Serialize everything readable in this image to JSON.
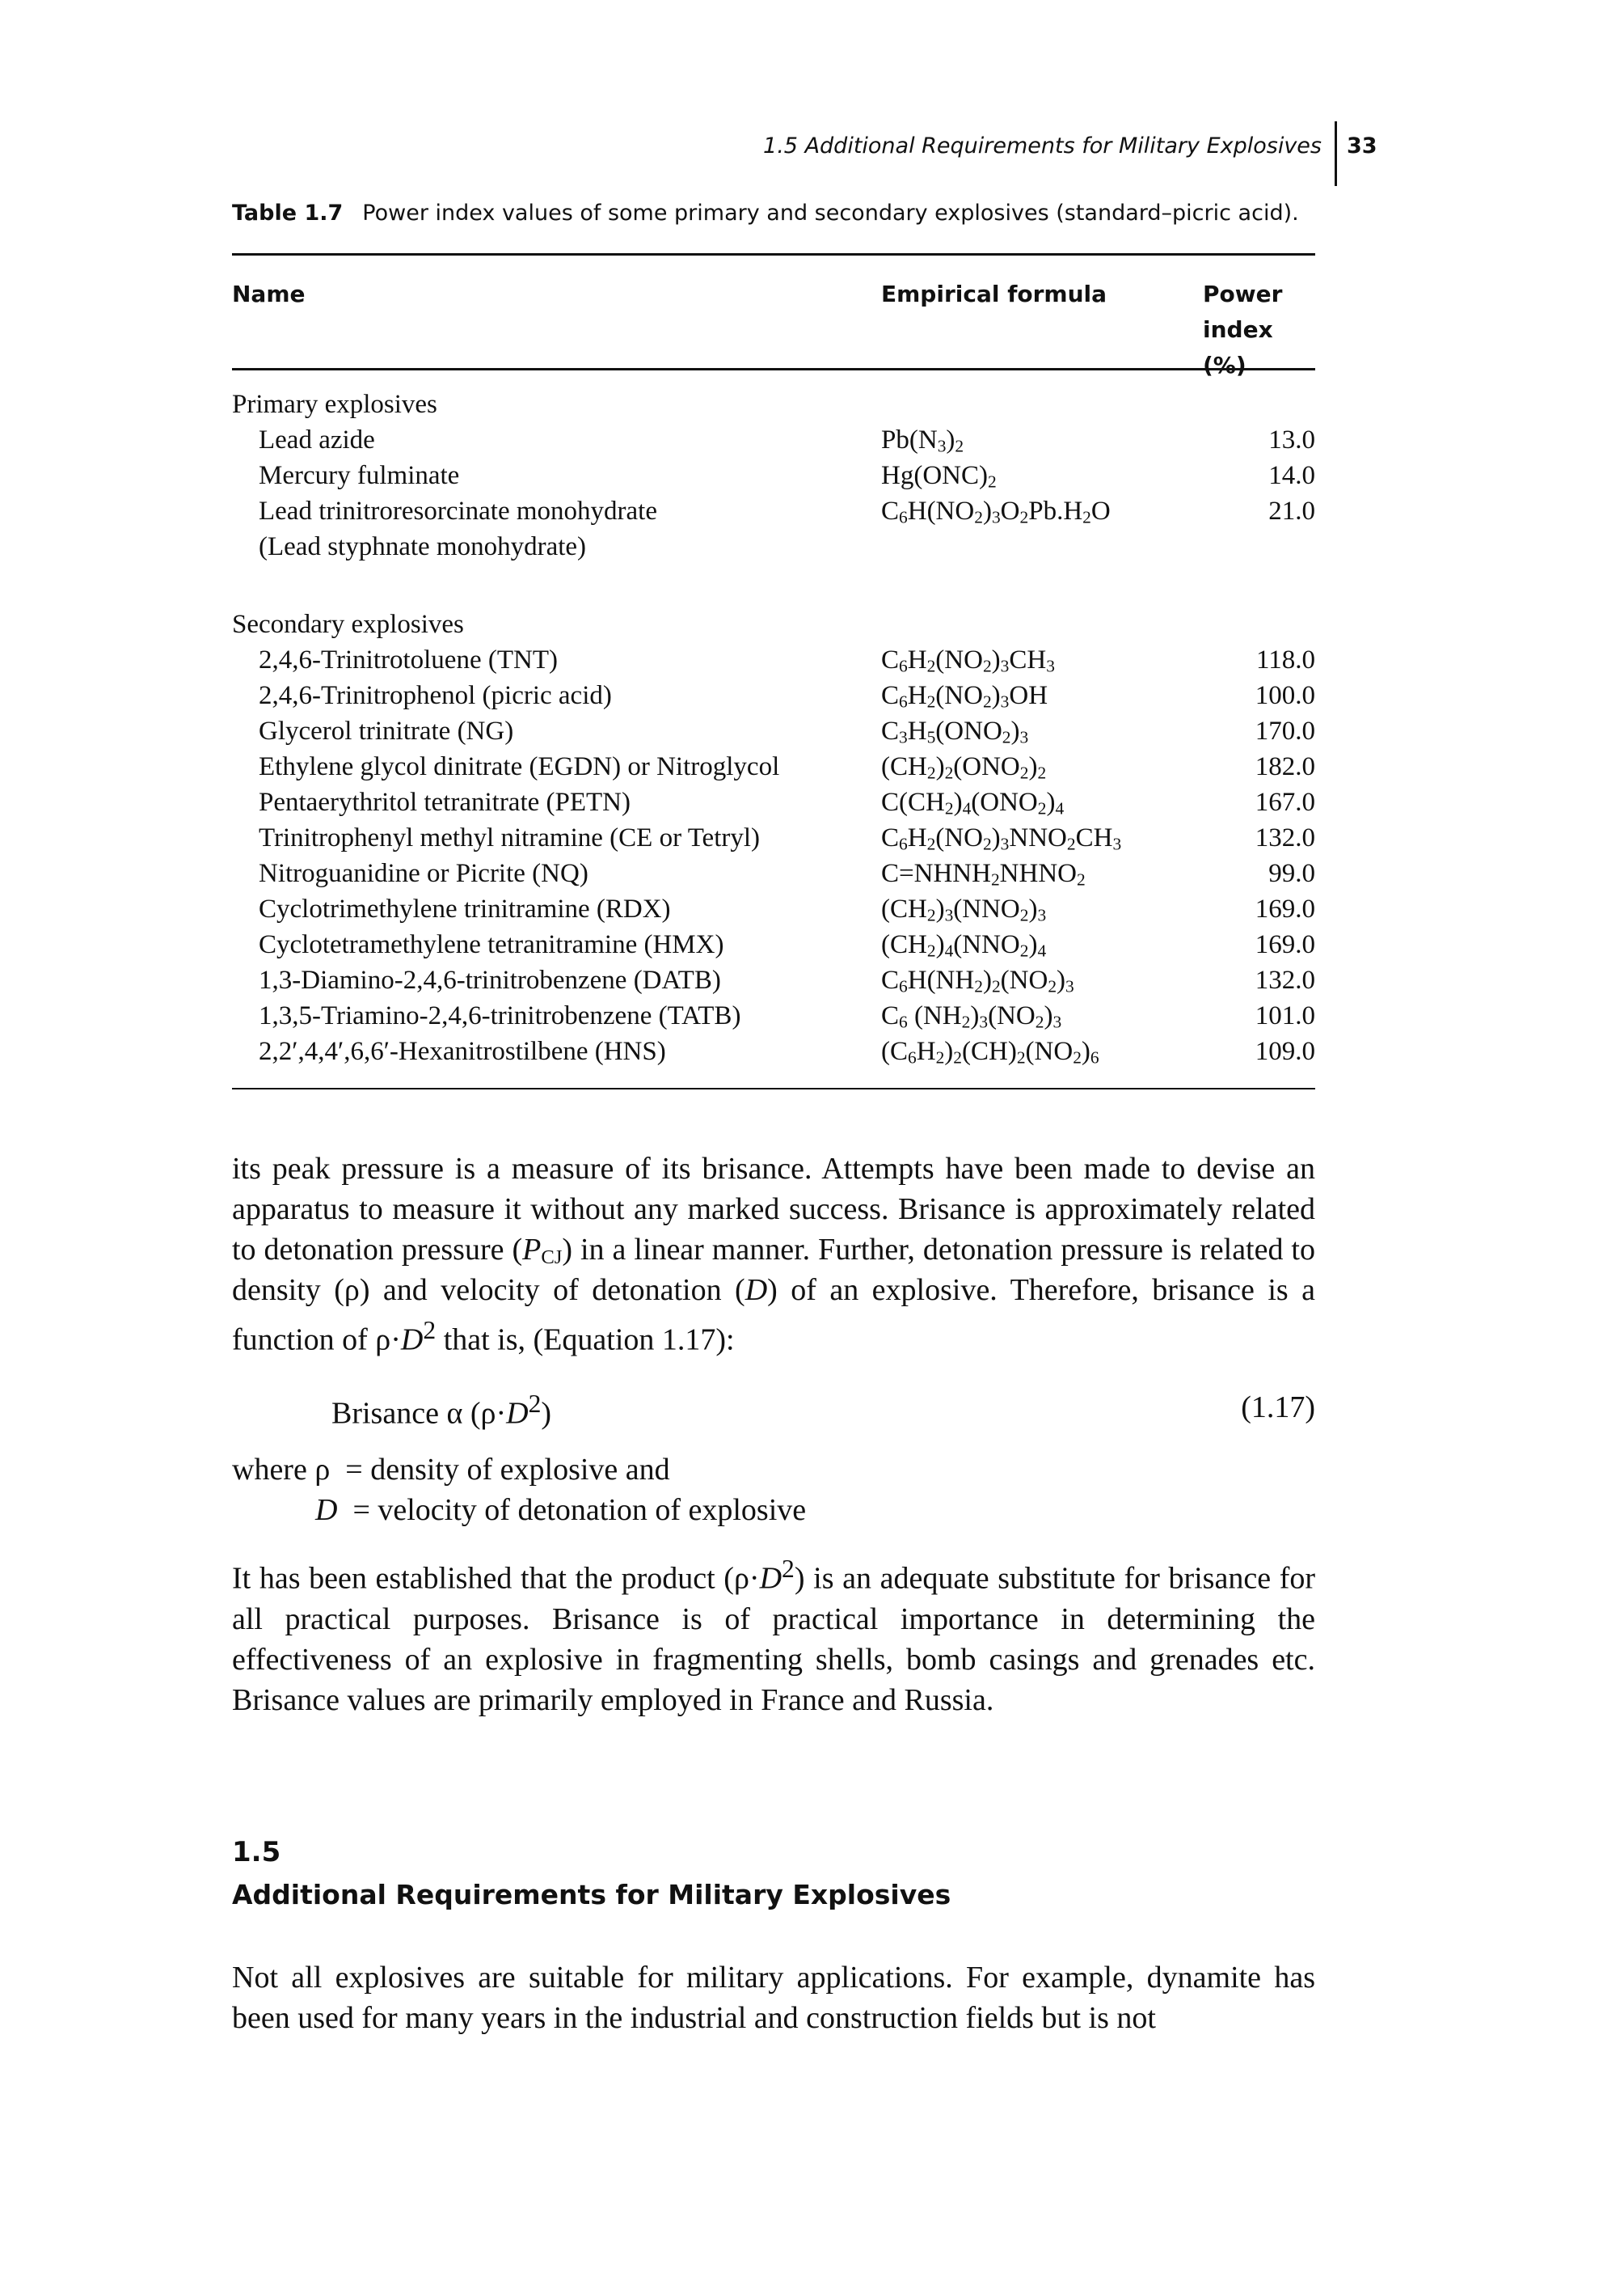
{
  "header": {
    "running_title": "1.5 Additional Requirements for Military Explosives",
    "page_number": "33"
  },
  "table": {
    "label": "Table 1.7",
    "caption": "Power index values of some primary and secondary explosives (standard–picric acid).",
    "columns": {
      "name": "Name",
      "formula": "Empirical formula",
      "power_line1": "Power",
      "power_line2": "index (%)"
    },
    "primary_heading": "Primary explosives",
    "primary_rows": [
      {
        "name": "Lead azide",
        "formula": "Pb(N<sub>3</sub>)<sub>2</sub>",
        "power": "13.0"
      },
      {
        "name": "Mercury fulminate",
        "formula": "Hg(ONC)<sub>2</sub>",
        "power": "14.0"
      },
      {
        "name": "Lead trinitroresorcinate monohydrate",
        "formula": "C<sub>6</sub>H(NO<sub>2</sub>)<sub>3</sub>O<sub>2</sub>Pb.H<sub>2</sub>O",
        "power": "21.0"
      }
    ],
    "primary_note": "(Lead styphnate monohydrate)",
    "secondary_heading": "Secondary explosives",
    "secondary_rows": [
      {
        "name": "2,4,6-Trinitrotoluene (TNT)",
        "formula": "C<sub>6</sub>H<sub>2</sub>(NO<sub>2</sub>)<sub>3</sub>CH<sub>3</sub>",
        "power": "118.0"
      },
      {
        "name": "2,4,6-Trinitrophenol (picric acid)",
        "formula": "C<sub>6</sub>H<sub>2</sub>(NO<sub>2</sub>)<sub>3</sub>OH",
        "power": "100.0"
      },
      {
        "name": "Glycerol trinitrate (NG)",
        "formula": "C<sub>3</sub>H<sub>5</sub>(ONO<sub>2</sub>)<sub>3</sub>",
        "power": "170.0"
      },
      {
        "name": "Ethylene glycol dinitrate (EGDN) or Nitroglycol",
        "formula": "(CH<sub>2</sub>)<sub>2</sub>(ONO<sub>2</sub>)<sub>2</sub>",
        "power": "182.0"
      },
      {
        "name": "Pentaerythritol tetranitrate (PETN)",
        "formula": "C(CH<sub>2</sub>)<sub>4</sub>(ONO<sub>2</sub>)<sub>4</sub>",
        "power": "167.0"
      },
      {
        "name": "Trinitrophenyl methyl nitramine (CE or Tetryl)",
        "formula": "C<sub>6</sub>H<sub>2</sub>(NO<sub>2</sub>)<sub>3</sub>NNO<sub>2</sub>CH<sub>3</sub>",
        "power": "132.0"
      },
      {
        "name": "Nitroguanidine or Picrite (NQ)",
        "formula": "C=NHNH<sub>2</sub>NHNO<sub>2</sub>",
        "power": "99.0"
      },
      {
        "name": "Cyclotrimethylene trinitramine (RDX)",
        "formula": "(CH<sub>2</sub>)<sub>3</sub>(NNO<sub>2</sub>)<sub>3</sub>",
        "power": "169.0"
      },
      {
        "name": "Cyclotetramethylene tetranitramine (HMX)",
        "formula": "(CH<sub>2</sub>)<sub>4</sub>(NNO<sub>2</sub>)<sub>4</sub>",
        "power": "169.0"
      },
      {
        "name": "1,3-Diamino-2,4,6-trinitrobenzene (DATB)",
        "formula": "C<sub>6</sub>H(NH<sub>2</sub>)<sub>2</sub>(NO<sub>2</sub>)<sub>3</sub>",
        "power": "132.0"
      },
      {
        "name": "1,3,5-Triamino-2,4,6-trinitrobenzene (TATB)",
        "formula": "C<sub>6</sub> (NH<sub>2</sub>)<sub>3</sub>(NO<sub>2</sub>)<sub>3</sub>",
        "power": "101.0"
      },
      {
        "name": "2,2′,4,4′,6,6′-Hexanitrostilbene (HNS)",
        "formula": "(C<sub>6</sub>H<sub>2</sub>)<sub>2</sub>(CH)<sub>2</sub>(NO<sub>2</sub>)<sub>6</sub>",
        "power": "109.0"
      }
    ]
  },
  "body": {
    "paragraph_1": "its peak pressure is a measure of its brisance. Attempts have been made to devise an apparatus to measure it without any marked success. Brisance is approximately related to detonation pressure (<i>P</i><sub>CJ</sub>) in a linear manner. Further, detonation pressure is related to density (ρ) and velocity of detonation (<i>D</i>) of an explosive. Therefore, brisance is a function of ρ·<i>D</i><sup>2</sup> that is, (Equation 1.17):",
    "equation": "Brisance α (ρ·<i>D</i><sup>2</sup>)",
    "equation_number": "(1.17)",
    "where_1": "where ρ &nbsp;= density of explosive and",
    "where_2": "<i>D</i> &nbsp;= velocity of detonation of explosive",
    "paragraph_2": "It has been established that the product (ρ·<i>D</i><sup>2</sup>) is an adequate substitute for brisance for all practical purposes. Brisance is of practical importance in determining the effectiveness of an explosive in fragmenting shells, bomb casings and grenades etc. Brisance values are primarily employed in France and Russia.",
    "section_number": "1.5",
    "section_title": "Additional Requirements for Military Explosives",
    "paragraph_3": "Not all explosives are suitable for military applications. For example, dynamite has been used for many years in the industrial and construction fields but is not"
  }
}
